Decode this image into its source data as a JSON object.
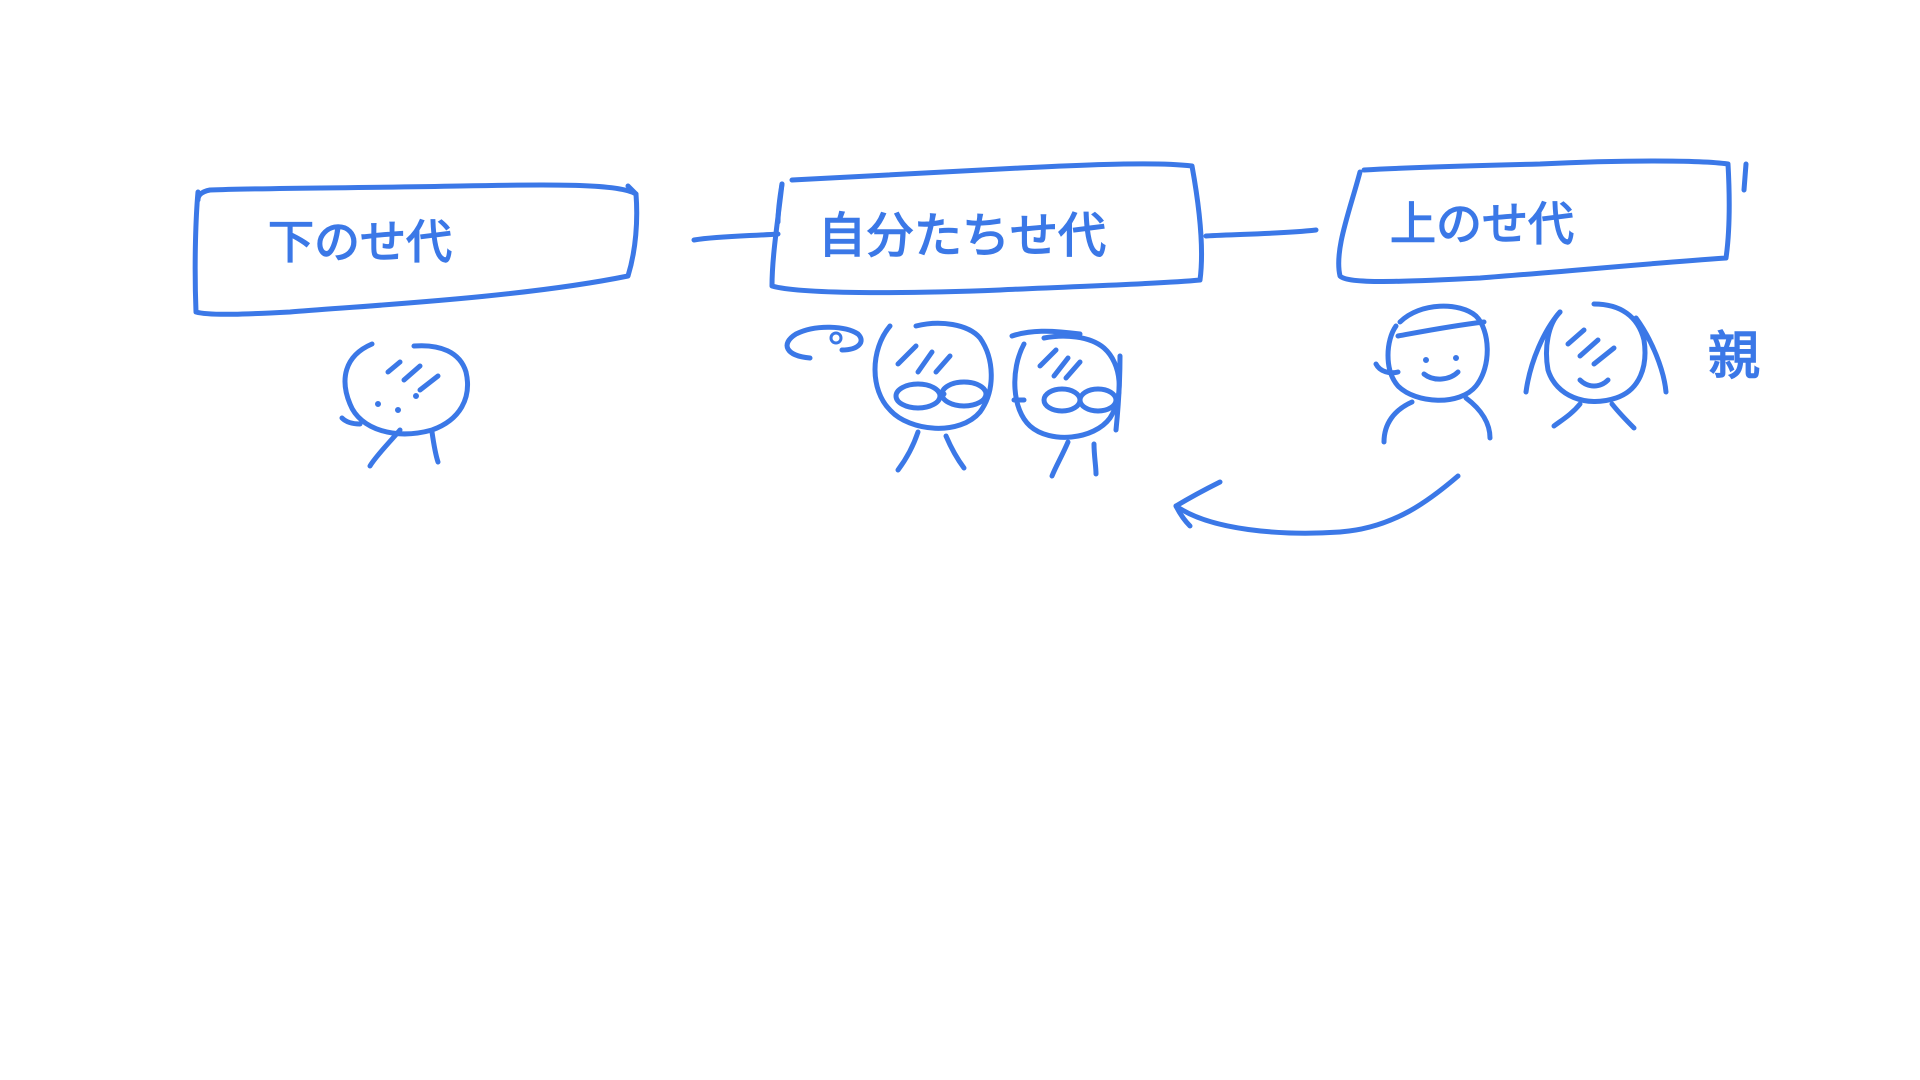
{
  "ink_color": "#3B78E7",
  "background_color": "#FFFFFF",
  "generations": [
    {
      "label": "下のせ代",
      "people": 1
    },
    {
      "label": "自分たちせ代",
      "people": 2
    },
    {
      "label": "上のせ代",
      "people": 2
    }
  ],
  "parent_label": "親",
  "icons": [
    "child-icon",
    "couple-icon",
    "parents-icon",
    "speech-bubble-icon",
    "arrow-icon"
  ]
}
